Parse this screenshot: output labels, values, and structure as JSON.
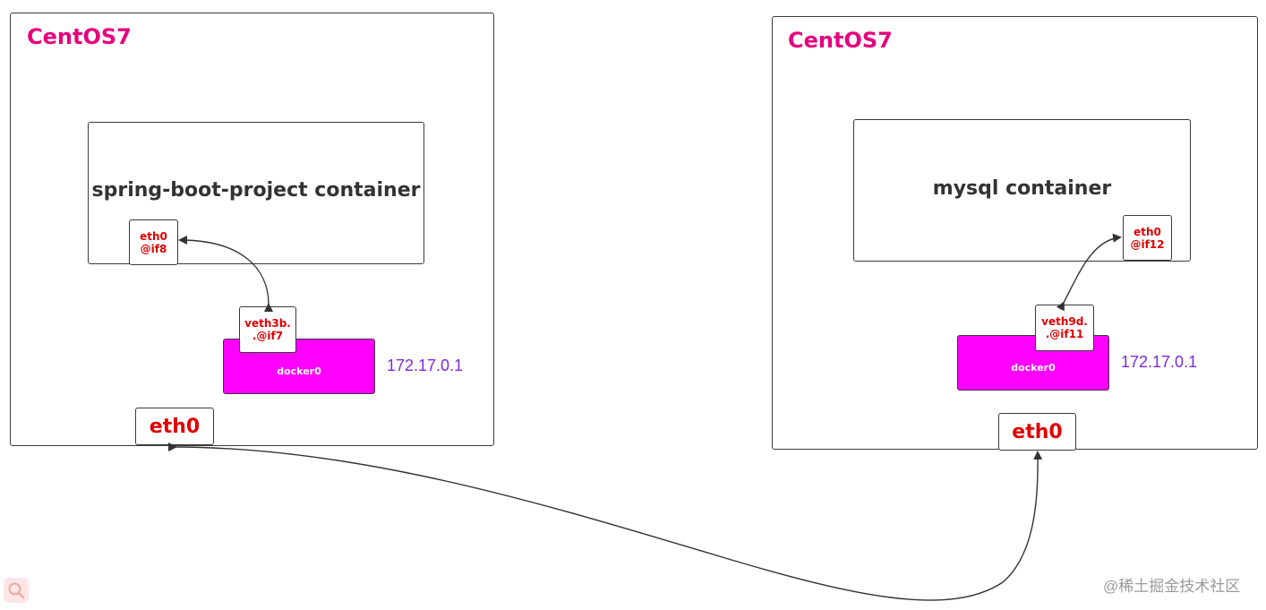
{
  "hosts": [
    {
      "title": "CentOS7",
      "container": {
        "title": "spring-boot-project container",
        "eth": {
          "line1": "eth0",
          "line2": "@if8"
        }
      },
      "veth": {
        "line1": "veth3b.",
        "line2": ".@if7"
      },
      "bridge": "docker0",
      "ip": "172.17.0.1",
      "eth0": "eth0"
    },
    {
      "title": "CentOS7",
      "container": {
        "title": "mysql container",
        "eth": {
          "line1": "eth0",
          "line2": "@if12"
        }
      },
      "veth": {
        "line1": "veth9d.",
        "line2": ".@if11"
      },
      "bridge": "docker0",
      "ip": "172.17.0.1",
      "eth0": "eth0"
    }
  ],
  "watermark": "@稀土掘金技术社区",
  "colors": {
    "host_title": "#e6007e",
    "iface_text": "#e00000",
    "bridge_fill": "#ff00ff",
    "ip_text": "#7b2bdc",
    "border": "#3a3a3a"
  }
}
